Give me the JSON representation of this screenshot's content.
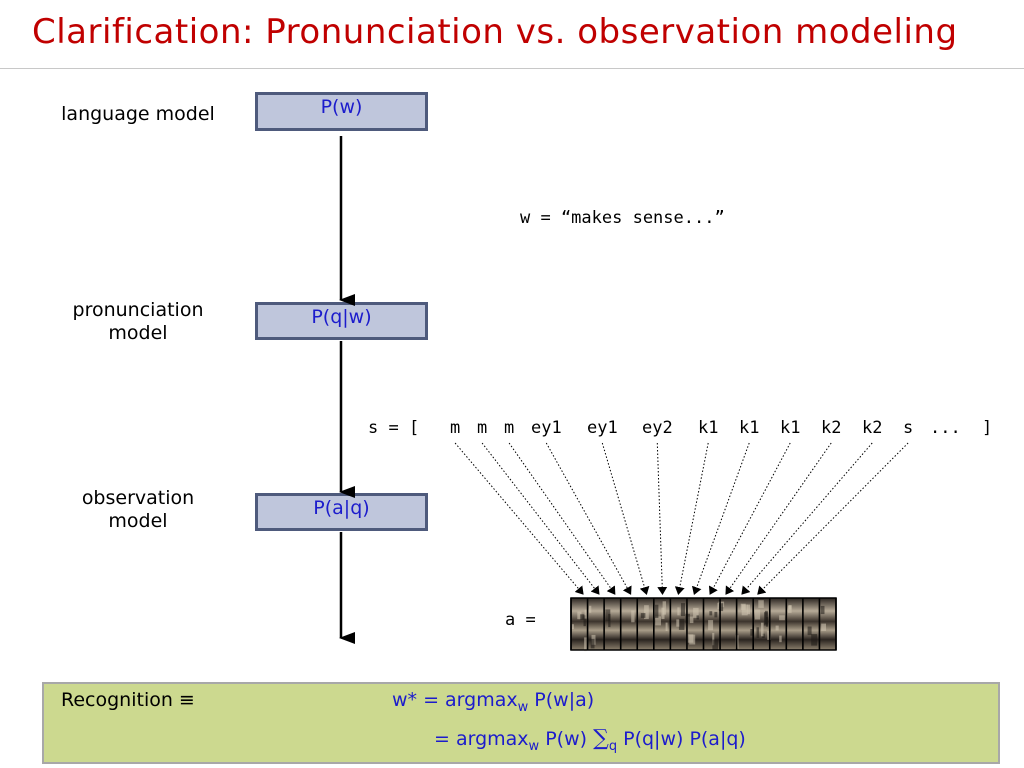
{
  "title": "Clarification:  Pronunciation vs. observation modeling",
  "labels": {
    "language_model": "language model",
    "pronunciation_model_1": "pronunciation",
    "pronunciation_model_2": "model",
    "observation_model_1": "observation",
    "observation_model_2": "model"
  },
  "boxes": {
    "pw": "P(w)",
    "pqw": "P(q|w)",
    "paq": "P(a|q)"
  },
  "word_expr": "w = “makes sense...”",
  "state_prefix": "s = [",
  "state_suffix": "]",
  "states": [
    "m",
    "m",
    "m",
    "ey1",
    "ey1",
    "ey2",
    "k1",
    "k1",
    "k1",
    "k2",
    "k2",
    "s",
    "..."
  ],
  "obs_label": "a =",
  "recognition": {
    "label": "Recognition ≡",
    "line1_lhs": "w* = argmax",
    "line1_sub": "w",
    "line1_rhs": " P(w|a)",
    "line2_lhs": "= argmax",
    "line2_sub": "w",
    "line2_mid": " P(w) ",
    "sigma": "∑",
    "sigma_sub": "q",
    "line2_rhs": " P(q|w) P(a|q)"
  },
  "colors": {
    "title": "#c00000",
    "box_fill": "#bfc6dc",
    "box_border": "#4e5a7c",
    "box_text": "#1c1ccc",
    "recognition_fill": "#ccd98f"
  }
}
